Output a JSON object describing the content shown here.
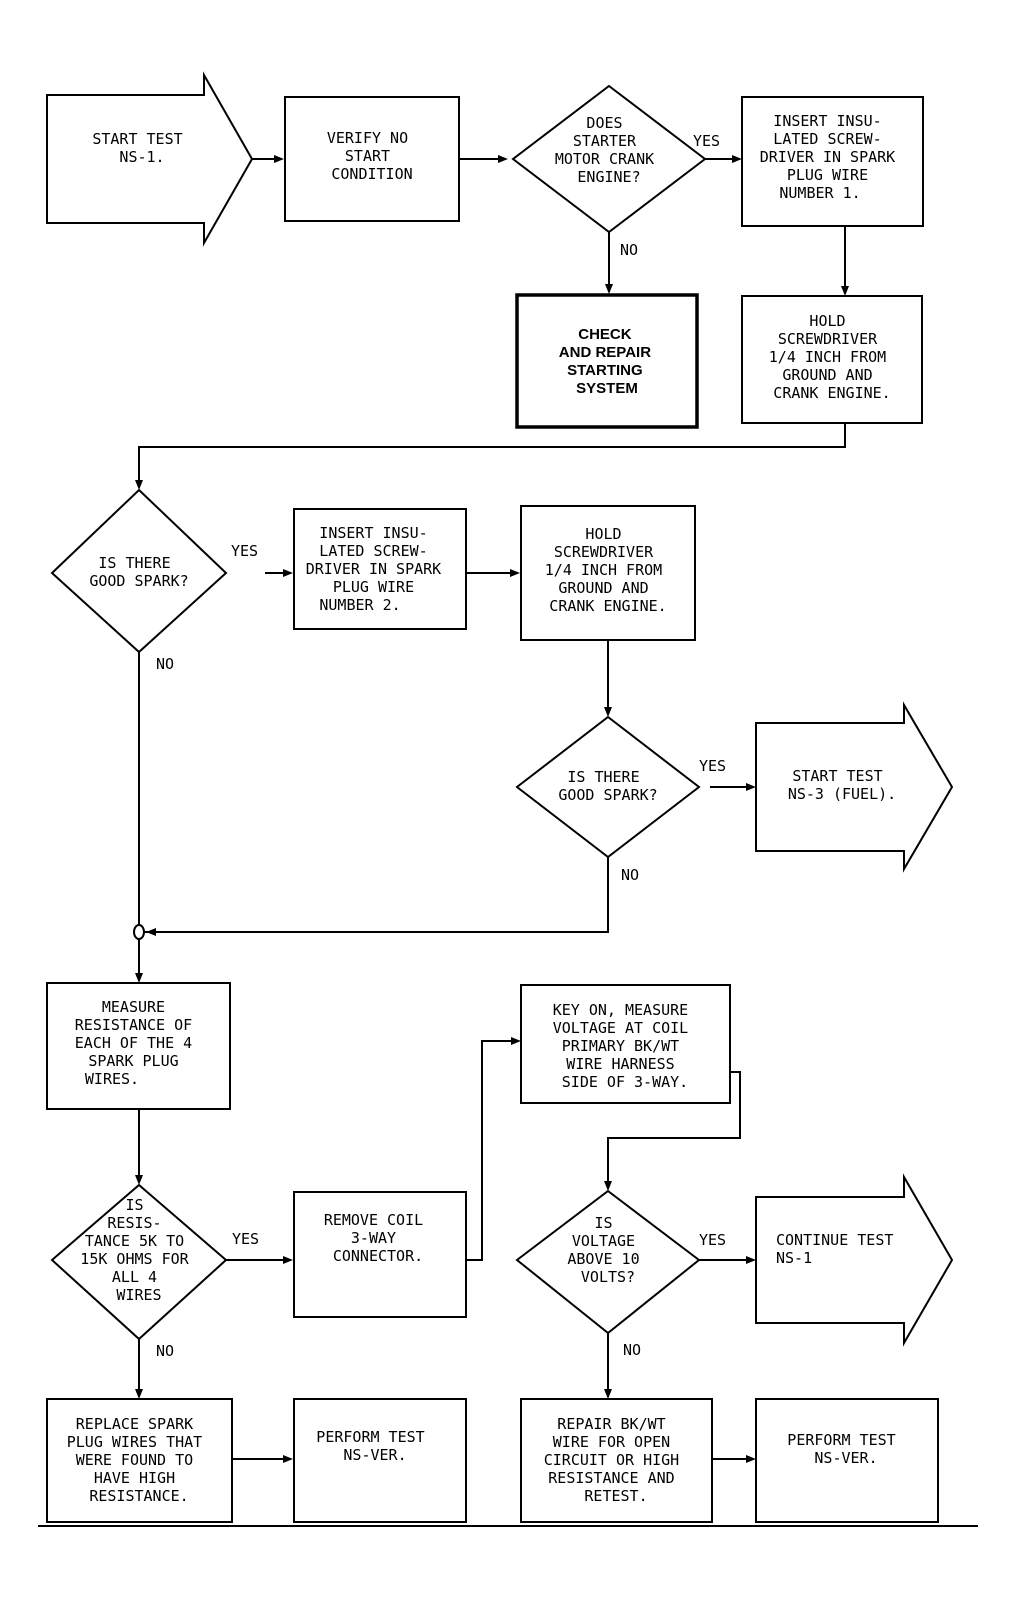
{
  "nodes": {
    "start_ns1": {
      "lines": [
        "START TEST",
        "NS-1."
      ]
    },
    "verify_no_start": {
      "lines": [
        "VERIFY NO",
        "START",
        "CONDITION"
      ]
    },
    "q_starter_crank": {
      "lines": [
        "DOES",
        "STARTER",
        "MOTOR CRANK",
        "ENGINE?"
      ]
    },
    "insert_wire1": {
      "lines": [
        "INSERT INSU-",
        "LATED SCREW-",
        "DRIVER IN SPARK",
        "PLUG WIRE",
        "NUMBER 1."
      ]
    },
    "check_starting": {
      "lines": [
        "CHECK",
        "AND REPAIR",
        "STARTING",
        "SYSTEM"
      ]
    },
    "hold_1": {
      "lines": [
        "HOLD",
        "SCREWDRIVER",
        "1/4 INCH FROM",
        "GROUND AND",
        "CRANK ENGINE."
      ]
    },
    "q_spark_1": {
      "lines": [
        "IS THERE",
        "GOOD SPARK?"
      ]
    },
    "insert_wire2": {
      "lines": [
        "INSERT INSU-",
        "LATED SCREW-",
        "DRIVER IN SPARK",
        "PLUG WIRE",
        "NUMBER 2."
      ]
    },
    "hold_2": {
      "lines": [
        "HOLD",
        "SCREWDRIVER",
        "1/4 INCH FROM",
        "GROUND AND",
        "CRANK ENGINE."
      ]
    },
    "q_spark_2": {
      "lines": [
        "IS THERE",
        "GOOD SPARK?"
      ]
    },
    "start_ns3": {
      "lines": [
        "START TEST",
        "NS-3 (FUEL)."
      ]
    },
    "measure_resistance": {
      "lines": [
        "MEASURE",
        "RESISTANCE OF",
        "EACH OF THE 4",
        "SPARK PLUG",
        "WIRES."
      ]
    },
    "key_on_measure": {
      "lines": [
        "KEY ON, MEASURE",
        "VOLTAGE AT COIL",
        "PRIMARY BK/WT",
        "WIRE HARNESS",
        "SIDE OF 3-WAY."
      ]
    },
    "q_resistance": {
      "lines": [
        "IS",
        "RESIS-",
        "TANCE 5K TO",
        "15K OHMS FOR",
        "ALL 4",
        "WIRES"
      ]
    },
    "remove_coil": {
      "lines": [
        "REMOVE COIL",
        "3-WAY",
        "CONNECTOR."
      ]
    },
    "q_voltage": {
      "lines": [
        "IS",
        "VOLTAGE",
        "ABOVE 10",
        "VOLTS?"
      ]
    },
    "continue_ns1": {
      "lines": [
        "CONTINUE TEST",
        "NS-1"
      ]
    },
    "replace_wires": {
      "lines": [
        "REPLACE SPARK",
        "PLUG WIRES THAT",
        "WERE FOUND TO",
        "HAVE HIGH",
        "RESISTANCE."
      ]
    },
    "perform_nsver_1": {
      "lines": [
        "PERFORM TEST",
        "NS-VER."
      ]
    },
    "repair_bkwt": {
      "lines": [
        "REPAIR BK/WT",
        "WIRE FOR OPEN",
        "CIRCUIT OR HIGH",
        "RESISTANCE AND",
        "RETEST."
      ]
    },
    "perform_nsver_2": {
      "lines": [
        "PERFORM TEST",
        "NS-VER."
      ]
    }
  },
  "edge_labels": {
    "crank_yes": "YES",
    "crank_no": "NO",
    "spark1_yes": "YES",
    "spark1_no": "NO",
    "spark2_yes": "YES",
    "spark2_no": "NO",
    "resistance_yes": "YES",
    "resistance_no": "NO",
    "voltage_yes": "YES",
    "voltage_no": "NO"
  }
}
